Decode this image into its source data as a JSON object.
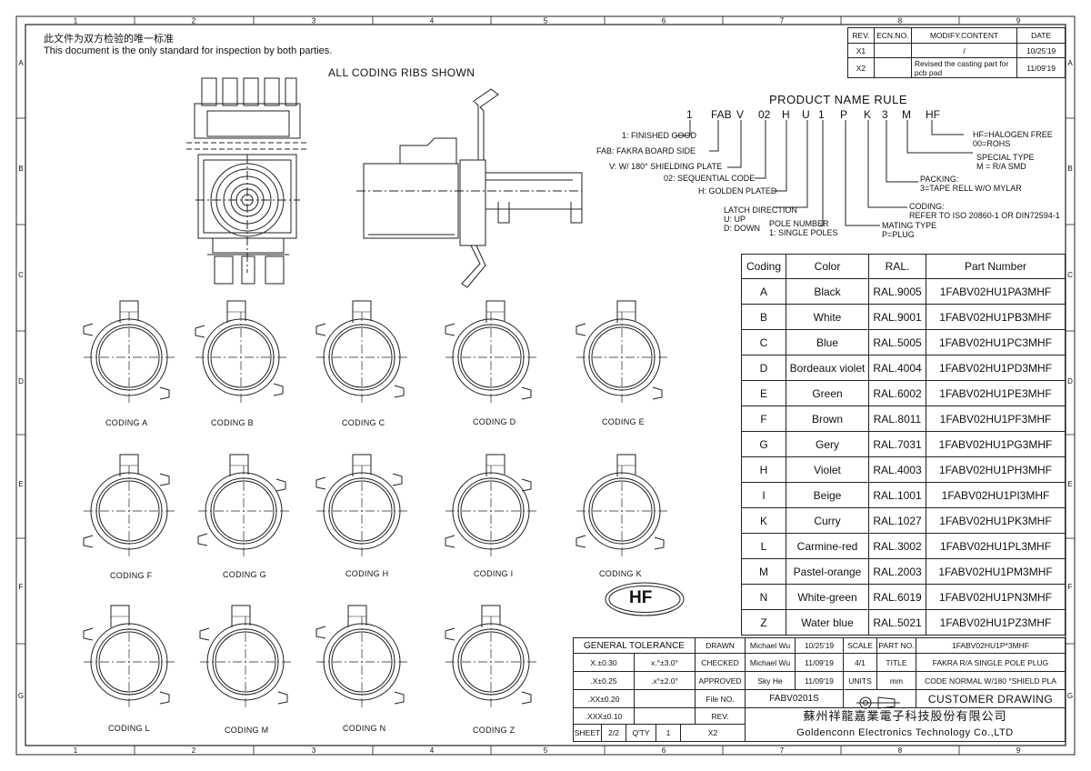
{
  "header": {
    "note_cn": "此文件为双方检验的唯一标准",
    "note_en": "This document is the only standard for inspection by both parties."
  },
  "border": {
    "cols": [
      "1",
      "2",
      "3",
      "4",
      "5",
      "6",
      "7",
      "8",
      "9"
    ],
    "rows": [
      "A",
      "B",
      "C",
      "D",
      "E",
      "F",
      "G"
    ]
  },
  "view_title": "ALL CODING RIBS SHOWN",
  "revisions": {
    "headers": [
      "REV.",
      "ECN.NO.",
      "MODIFY.CONTENT",
      "DATE"
    ],
    "rows": [
      {
        "rev": "X1",
        "ecn": "",
        "content": "/",
        "date": "10/25'19"
      },
      {
        "rev": "X2",
        "ecn": "",
        "content": "Revised the casting part for pcb pad",
        "date": "11/09'19"
      }
    ]
  },
  "name_rule": {
    "title": "PRODUCT NAME RULE",
    "parts": [
      "1",
      "FAB",
      "V",
      "02",
      "H",
      "U",
      "1",
      "P",
      "K",
      "3",
      "M",
      "HF"
    ],
    "legend": {
      "finished": "1: FINISHED GOOD",
      "fab": "FAB: FAKRA BOARD SIDE",
      "shield": "V: W/ 180° SHIELDING PLATE",
      "seq": "02: SEQUENTIAL CODE",
      "plated": "H: GOLDEN PLATED",
      "latch1": "LATCH DIRECTION",
      "latch2": "U: UP",
      "latch3": "D: DOWN",
      "pole1": "POLE NUMBER",
      "pole2": "1: SINGLE POLES",
      "mating1": "MATING TYPE",
      "mating2": "P=PLUG",
      "coding1": "CODING:",
      "coding2": "REFER TO ISO 20860-1 OR DIN72594-1",
      "packing1": "PACKING:",
      "packing2": "3=TAPE RELL W/O MYLAR",
      "special1": "SPECIAL TYPE",
      "special2": "M = R/A SMD",
      "hf1": "HF=HALOGEN FREE",
      "hf2": "00=ROHS"
    }
  },
  "coding_table": {
    "headers": [
      "Coding",
      "Color",
      "RAL.",
      "Part Number"
    ],
    "rows": [
      [
        "A",
        "Black",
        "RAL.9005",
        "1FABV02HU1PA3MHF"
      ],
      [
        "B",
        "White",
        "RAL.9001",
        "1FABV02HU1PB3MHF"
      ],
      [
        "C",
        "Blue",
        "RAL.5005",
        "1FABV02HU1PC3MHF"
      ],
      [
        "D",
        "Bordeaux violet",
        "RAL.4004",
        "1FABV02HU1PD3MHF"
      ],
      [
        "E",
        "Green",
        "RAL.6002",
        "1FABV02HU1PE3MHF"
      ],
      [
        "F",
        "Brown",
        "RAL.8011",
        "1FABV02HU1PF3MHF"
      ],
      [
        "G",
        "Gery",
        "RAL.7031",
        "1FABV02HU1PG3MHF"
      ],
      [
        "H",
        "Violet",
        "RAL.4003",
        "1FABV02HU1PH3MHF"
      ],
      [
        "I",
        "Beige",
        "RAL.1001",
        "1FABV02HU1PI3MHF"
      ],
      [
        "K",
        "Curry",
        "RAL.1027",
        "1FABV02HU1PK3MHF"
      ],
      [
        "L",
        "Carmine-red",
        "RAL.3002",
        "1FABV02HU1PL3MHF"
      ],
      [
        "M",
        "Pastel-orange",
        "RAL.2003",
        "1FABV02HU1PM3MHF"
      ],
      [
        "N",
        "White-green",
        "RAL.6019",
        "1FABV02HU1PN3MHF"
      ],
      [
        "Z",
        "Water blue",
        "RAL.5021",
        "1FABV02HU1PZ3MHF"
      ]
    ]
  },
  "codings": [
    {
      "label": "CODING A"
    },
    {
      "label": "CODING B"
    },
    {
      "label": "CODING C"
    },
    {
      "label": "CODING D"
    },
    {
      "label": "CODING E"
    },
    {
      "label": "CODING F"
    },
    {
      "label": "CODING G"
    },
    {
      "label": "CODING H"
    },
    {
      "label": "CODING I"
    },
    {
      "label": "CODING K"
    },
    {
      "label": "CODING L"
    },
    {
      "label": "CODING M"
    },
    {
      "label": "CODING N"
    },
    {
      "label": "CODING Z"
    }
  ],
  "hf_mark": "HF",
  "title_block": {
    "general_tolerance": "GENERAL TOLERANCE",
    "tol": {
      "x": "X.±0.30",
      "xa": "x.°±3.0°",
      "xx": ".X±0.25",
      "xxa": ".x°±2.0°",
      "xxx": ".XX±0.20",
      "xxxx": ".XXX±0.10"
    },
    "drawn_lbl": "DRAWN",
    "drawn_by": "Michael Wu",
    "drawn_date": "10/25'19",
    "checked_lbl": "CHECKED",
    "checked_by": "Michael Wu",
    "checked_date": "11/09'19",
    "approved_lbl": "APPROVED",
    "approved_by": "Sky He",
    "approved_date": "11/09'19",
    "scale_lbl": "SCALE",
    "scale": "4/1",
    "partno_lbl": "PART NO.",
    "partno": "1FABV02HU1P*3MHF",
    "title_lbl": "TITLE",
    "title1": "FAKRA R/A SINGLE POLE PLUG",
    "title2": "CODE NORMAL W/180 °SHIELD PLA",
    "units_lbl": "UNITS",
    "units": "mm",
    "fileno_lbl": "File NO.",
    "fileno": "FABV0201S",
    "customer": "CUSTOMER DRAWING",
    "rev_lbl": "REV.",
    "company_cn": "蘇州祥龍嘉業電子科技股份有限公司",
    "company_en": "Goldenconn Electronics Technology Co.,LTD",
    "sheet_lbl": "SHEET",
    "sheet": "2/2",
    "qty_lbl": "Q'TY",
    "qty": "1",
    "rev": "X2"
  }
}
